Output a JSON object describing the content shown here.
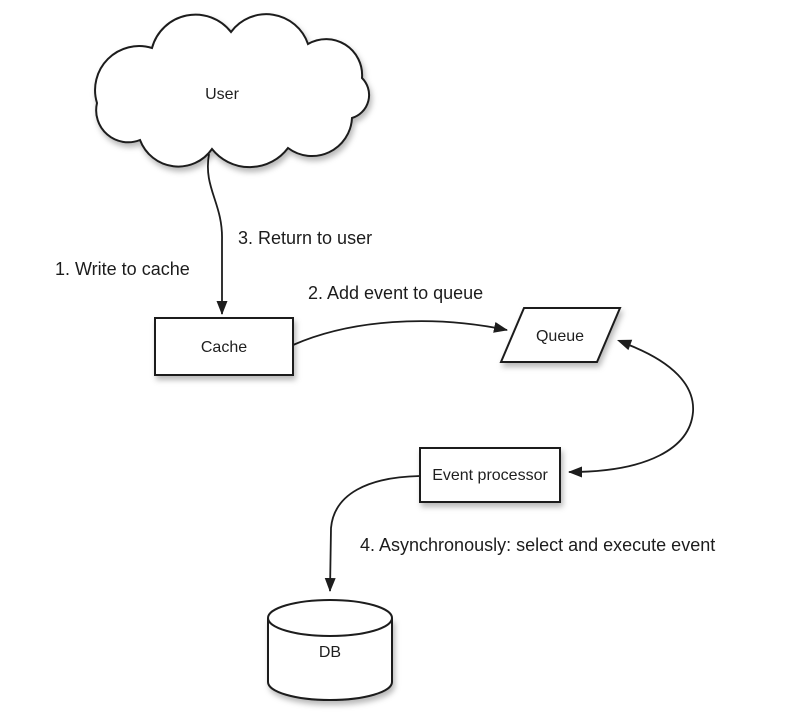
{
  "diagram": {
    "type": "flow-diagram",
    "background_color": "#ffffff",
    "ink_color": "#1d1d1d",
    "shape_fill_color": "#ffffff",
    "nodes": {
      "user": {
        "label": "User",
        "shape": "cloud"
      },
      "cache": {
        "label": "Cache",
        "shape": "rectangle"
      },
      "queue": {
        "label": "Queue",
        "shape": "parallelogram"
      },
      "event_processor": {
        "label": "Event processor",
        "shape": "rectangle"
      },
      "db": {
        "label": "DB",
        "shape": "cylinder"
      }
    },
    "steps": {
      "step1": "1. Write to cache",
      "step2": "2. Add event to queue",
      "step3": "3. Return to user",
      "step4": "4. Asynchronously: select and execute event"
    },
    "edges": [
      {
        "from": "user",
        "to": "cache",
        "style": "curved-arrow",
        "bidirectional": false,
        "label_keys": [
          "step1",
          "step3"
        ]
      },
      {
        "from": "cache",
        "to": "queue",
        "style": "curved-arrow",
        "bidirectional": false,
        "label_keys": [
          "step2"
        ]
      },
      {
        "from": "queue",
        "to": "event_processor",
        "style": "curved-arrow",
        "bidirectional": true,
        "label_keys": []
      },
      {
        "from": "event_processor",
        "to": "db",
        "style": "curved-arrow",
        "bidirectional": false,
        "label_keys": [
          "step4"
        ]
      }
    ]
  }
}
